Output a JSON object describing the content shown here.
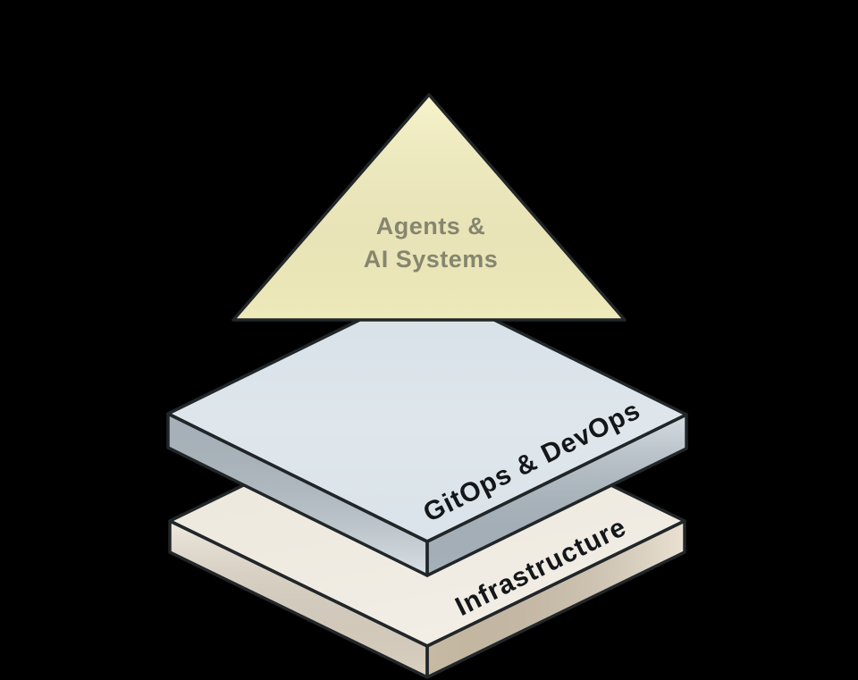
{
  "diagram": {
    "name": "agents-infrastructure-stack",
    "background_color": "#000000",
    "outline_color": "#212629",
    "pyramid": {
      "label_line1": "Agents &",
      "label_line2": "AI Systems",
      "fill": "#f6f1c0",
      "text_color": "#86866f"
    },
    "middle_layer": {
      "label": "GitOps & DevOps",
      "top_fill": "#d6e0e7",
      "side_left_fill": "#c2ced7",
      "side_right_fill": "#b9c6d0",
      "text_color": "#14171a"
    },
    "bottom_layer": {
      "label": "Infrastructure",
      "top_fill": "#ece6da",
      "side_left_fill": "#e8decd",
      "side_right_fill": "#decfb7",
      "text_color": "#14171a"
    }
  }
}
